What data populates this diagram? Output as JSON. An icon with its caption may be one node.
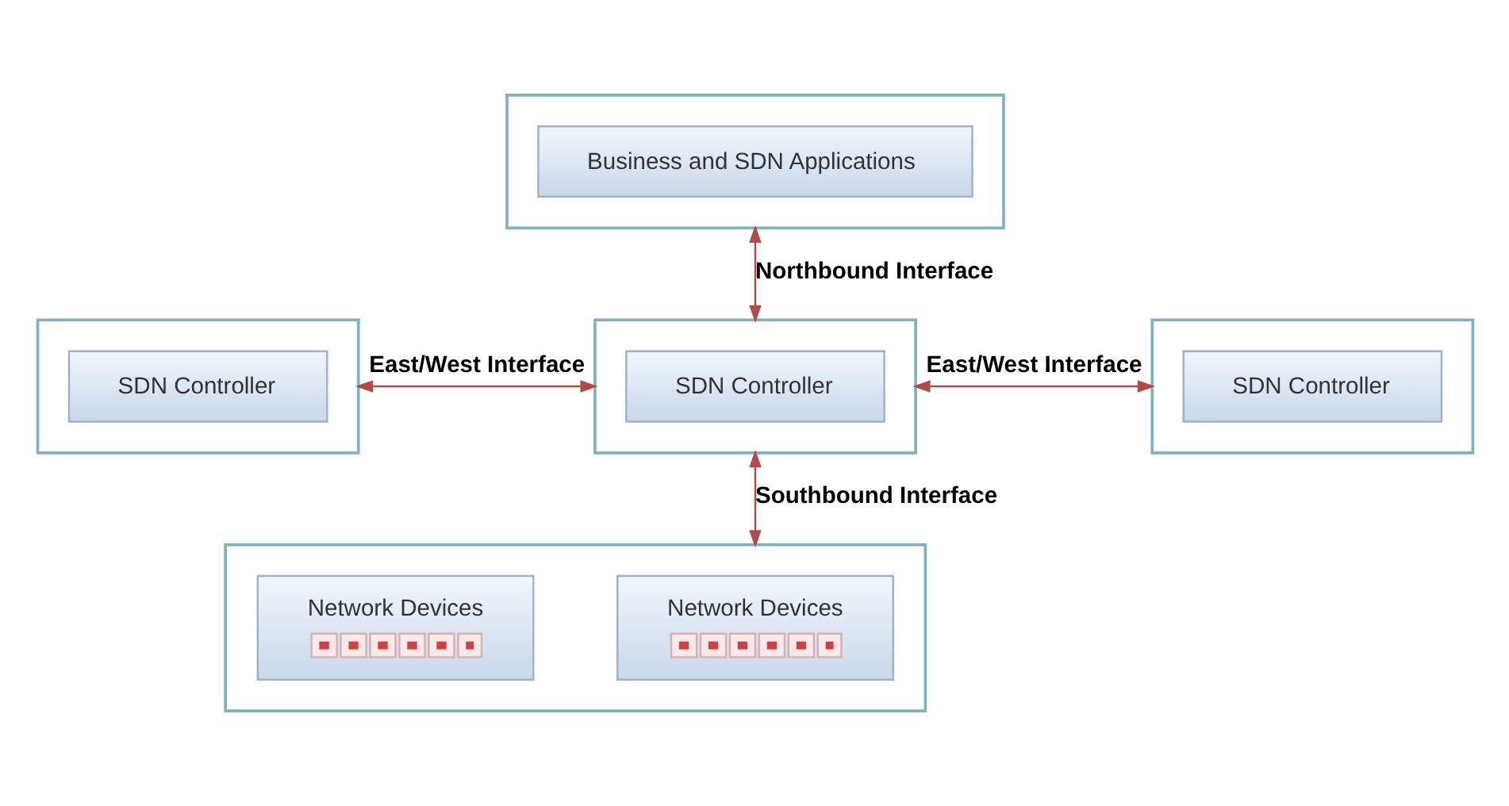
{
  "diagram": {
    "nodes": [
      {
        "text": [],
        "shape": "box"
      },
      {
        "text": [
          "Business and SDN Applications"
        ],
        "in": 0
      },
      {
        "text": [],
        "shape": "box"
      },
      {
        "text": [
          "SDN Controller"
        ],
        "in": 2
      },
      {
        "text": [],
        "shape": "box"
      },
      {
        "text": [
          "SDN Controller"
        ],
        "in": 4
      },
      {
        "text": [],
        "shape": "box"
      },
      {
        "text": [
          "SDN Controller"
        ],
        "in": 6
      },
      {
        "text": [],
        "shape": "box"
      },
      {
        "text": [
          "Network Devices"
        ],
        "in": 8
      },
      {
        "text": [
          "Network Devices"
        ],
        "in": 8
      }
    ],
    "edges": [
      {
        "from": 0,
        "to": 4,
        "arrow": "both",
        "label": "Northbound Interface"
      },
      {
        "from": 2,
        "to": 4,
        "arrow": "both",
        "label": "East/West Interface"
      },
      {
        "from": 4,
        "to": 6,
        "arrow": "both",
        "label": "East/West Interface"
      },
      {
        "from": 4,
        "to": 8,
        "arrow": "both",
        "label": "Southbound Interface"
      }
    ]
  }
}
